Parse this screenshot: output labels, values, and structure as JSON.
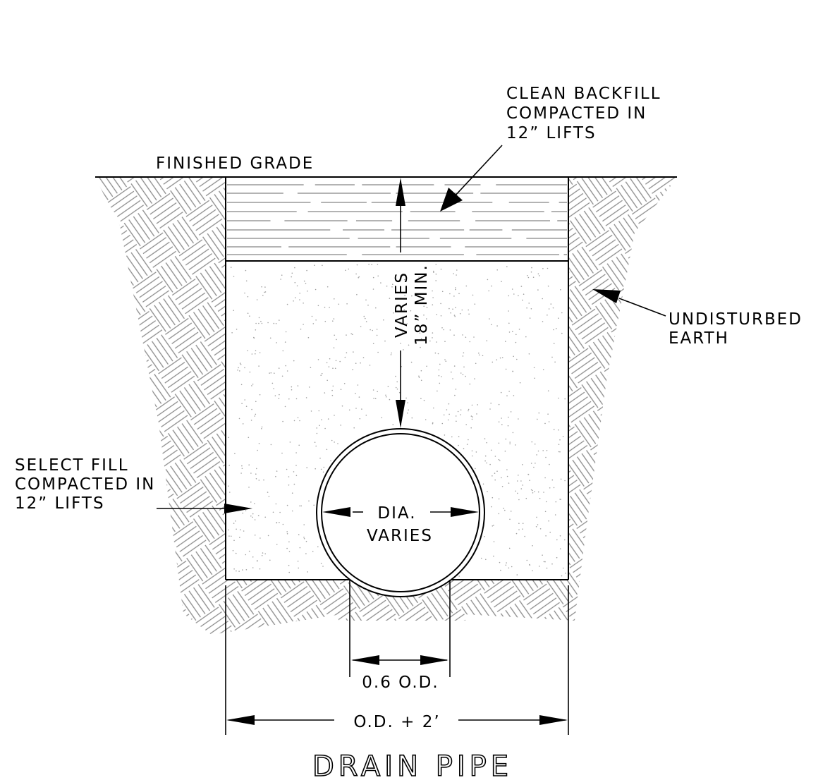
{
  "drawing": {
    "title": "DRAIN PIPE",
    "labels": {
      "finished_grade": "FINISHED GRADE",
      "clean_backfill": [
        "CLEAN BACKFILL",
        "COMPACTED IN",
        "12” LIFTS"
      ],
      "undisturbed_earth": [
        "UNDISTURBED",
        "EARTH"
      ],
      "select_fill": [
        "SELECT FILL",
        "COMPACTED IN",
        "12” LIFTS"
      ],
      "varies": "VARIES",
      "min_cover": "18” MIN.",
      "pipe_dia": [
        "DIA.",
        "VARIES"
      ],
      "bedding_width": "0.6 O.D.",
      "trench_width": "O.D. + 2’"
    },
    "colors": {
      "line": "#000000",
      "hatch": "#8a8a8a",
      "backfill_lines": "#9a9a9a",
      "stipple": "#a0a0a0",
      "background": "#ffffff"
    }
  }
}
